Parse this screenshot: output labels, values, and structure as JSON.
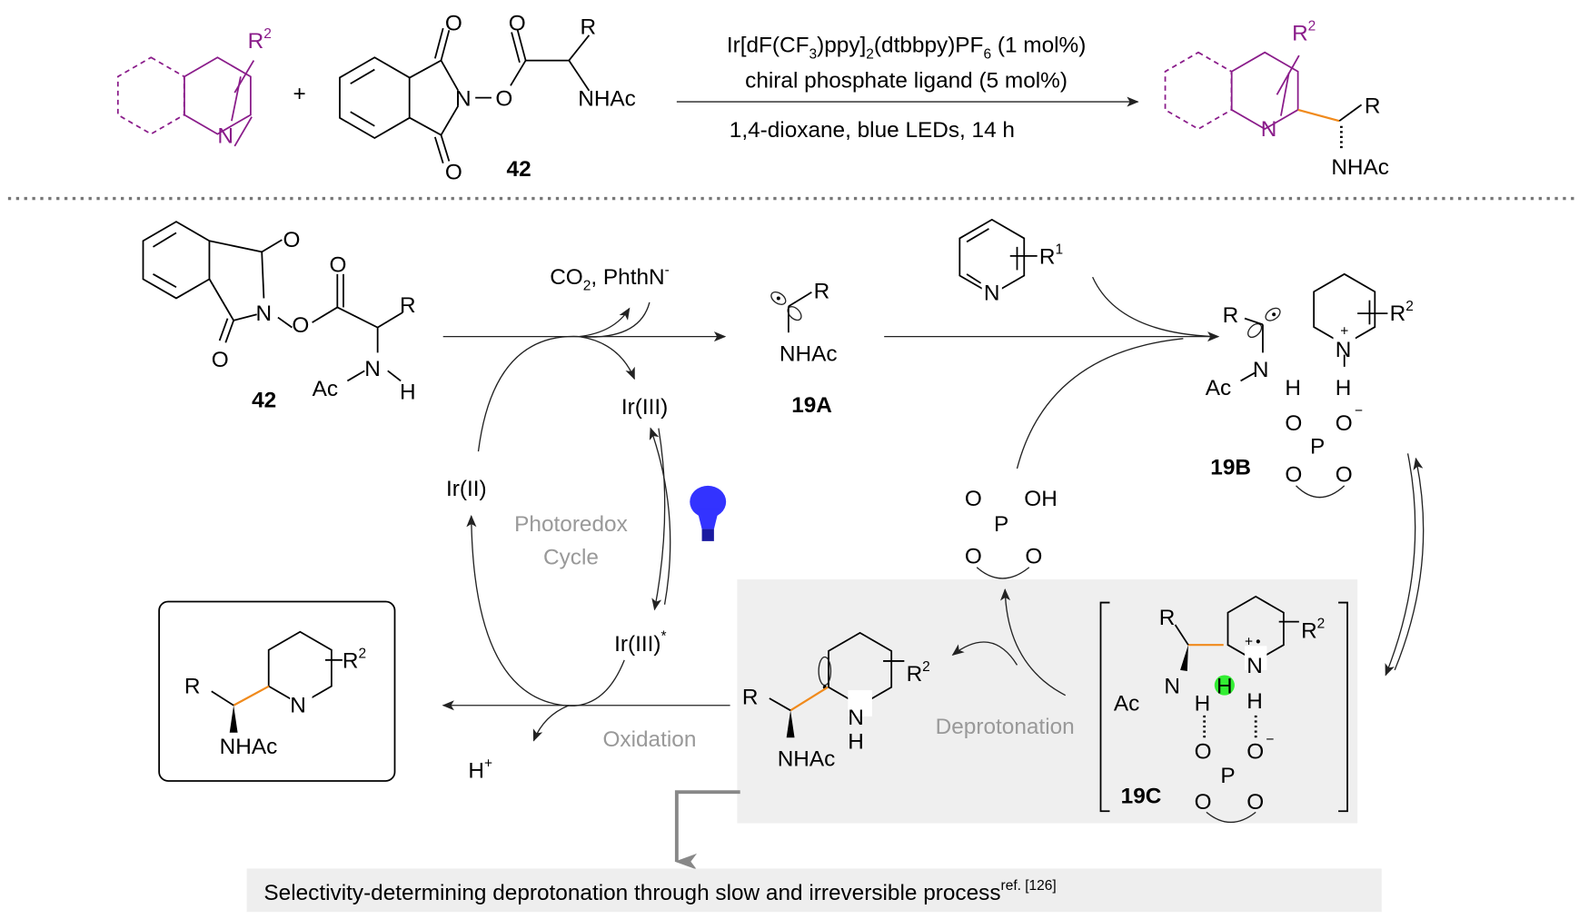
{
  "atoms": {
    "N": "N",
    "O": "O",
    "H": "H",
    "P": "P",
    "R": "R",
    "Ac": "Ac",
    "OH": "OH",
    "NHAc": "NHAc",
    "R2": "R",
    "R2_sup": "2",
    "R1": "R",
    "R1_sup": "1",
    "plus": "+",
    "minus": "−",
    "dot": "•"
  },
  "top": {
    "plus_sign": "+",
    "reagent_label": "42",
    "conditions": {
      "line1_a": "Ir[dF(CF",
      "line1_sub1": "3",
      "line1_b": ")ppy]",
      "line1_sub2": "2",
      "line1_c": "(dtbbpy)PF",
      "line1_sub3": "6",
      "line1_d": " (1 mol%)",
      "line2": "chiral phosphate ligand (5 mol%)",
      "line3": "1,4-dioxane, blue LEDs, 14 h"
    }
  },
  "mechanism": {
    "label_42": "42",
    "co2_a": "CO",
    "co2_sub": "2",
    "co2_b": ", PhthN",
    "co2_sup": "-",
    "label_19A": "19A",
    "label_19B": "19B",
    "label_19C": "19C",
    "ir3": "Ir(III)",
    "ir2": "Ir(II)",
    "ir3_star": "Ir(III)",
    "ir3_star_sup": "*",
    "cycle_line1": "Photoredox",
    "cycle_line2": "Cycle",
    "oxidation": "Oxidation",
    "proton": "H",
    "proton_sup": "+",
    "deprotonation": "Deprotonation"
  },
  "footer": {
    "text": "Selectivity-determining deprotonation through slow and irreversible process",
    "ref": "ref. [126]"
  },
  "colors": {
    "substrate": "#8a1c8a",
    "new_bond": "#f08a1c",
    "highlight_h": "#33ee33",
    "bulb": "#2a2aee",
    "panel": "#efefef"
  }
}
